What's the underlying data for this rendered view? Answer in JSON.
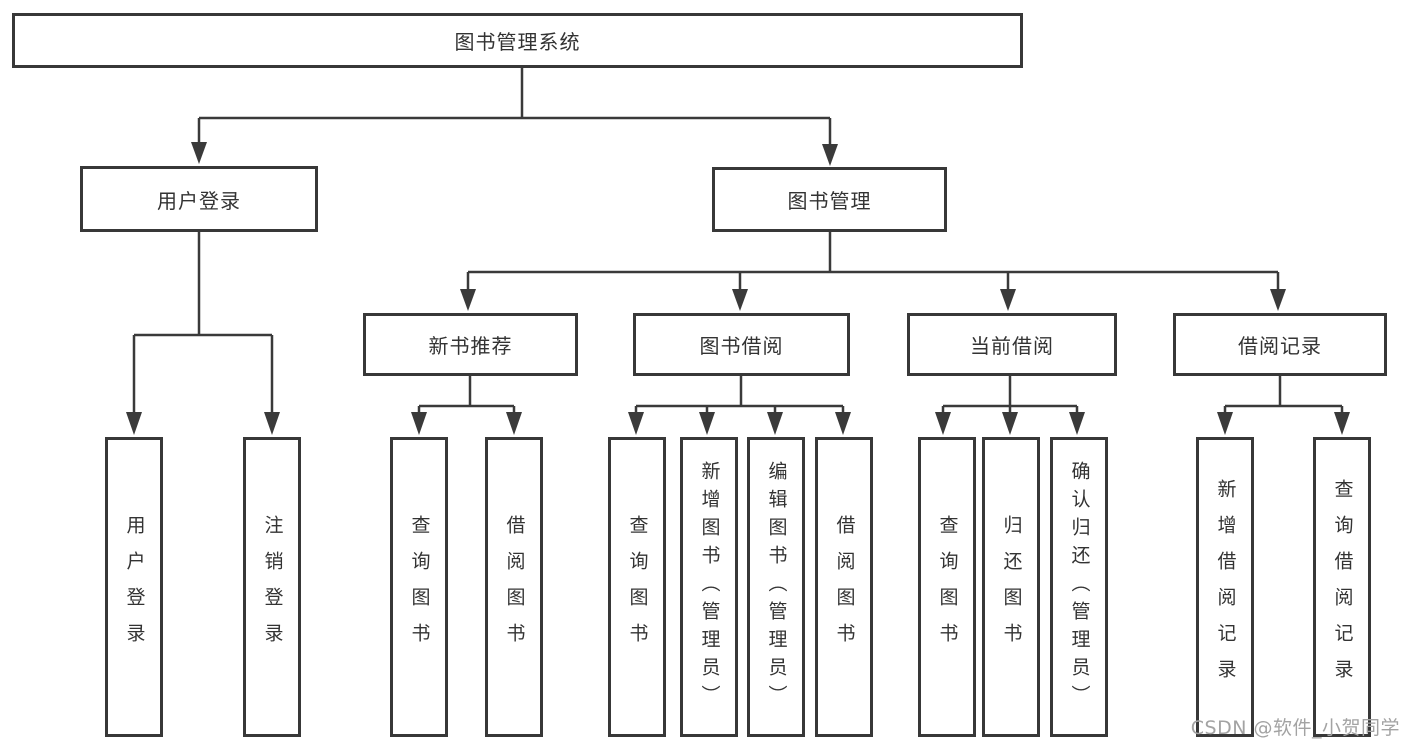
{
  "diagram": {
    "root_label": "图书管理系统",
    "level2": {
      "user_login": "用户登录",
      "book_management": "图书管理"
    },
    "level3": {
      "new_books": "新书推荐",
      "book_borrow": "图书借阅",
      "current_borrow": "当前借阅",
      "borrow_records": "借阅记录"
    },
    "leaves": {
      "user_login": [
        "用户登录",
        "注销登录"
      ],
      "new_books": [
        "查询图书",
        "借阅图书"
      ],
      "book_borrow": [
        "查询图书",
        "新增图书（管理员）",
        "编辑图书（管理员）",
        "借阅图书"
      ],
      "current_borrow": [
        "查询图书",
        "归还图书",
        "确认归还（管理员）"
      ],
      "borrow_records": [
        "新增借阅记录",
        "查询借阅记录"
      ]
    }
  },
  "watermark": "CSDN @软件_小贺同学",
  "colors": {
    "line": "#3a3a3a",
    "box_border": "#383838",
    "text": "#333333",
    "watermark": "#a3a3a3",
    "background": "#ffffff"
  }
}
